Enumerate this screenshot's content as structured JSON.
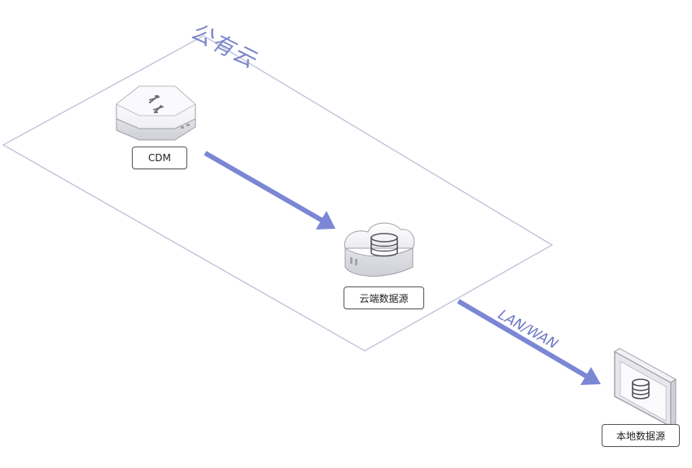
{
  "zone": {
    "title": "公有云"
  },
  "nodes": {
    "cdm": {
      "label": "CDM",
      "icon": "cdm-gateway-icon"
    },
    "cloud_source": {
      "label": "云端数据源",
      "icon": "cloud-database-icon"
    },
    "local_source": {
      "label": "本地数据源",
      "icon": "monitor-database-icon"
    }
  },
  "links": {
    "cdm_to_cloud": {
      "label": ""
    },
    "cloud_to_local": {
      "label": "LAN/WAN"
    }
  },
  "colors": {
    "zone_border": "#c4c7de",
    "arrow": "#7b86d4",
    "title": "#7b86c9",
    "device_fill": "#f5f5f7",
    "device_stroke": "#9ea0a8"
  }
}
